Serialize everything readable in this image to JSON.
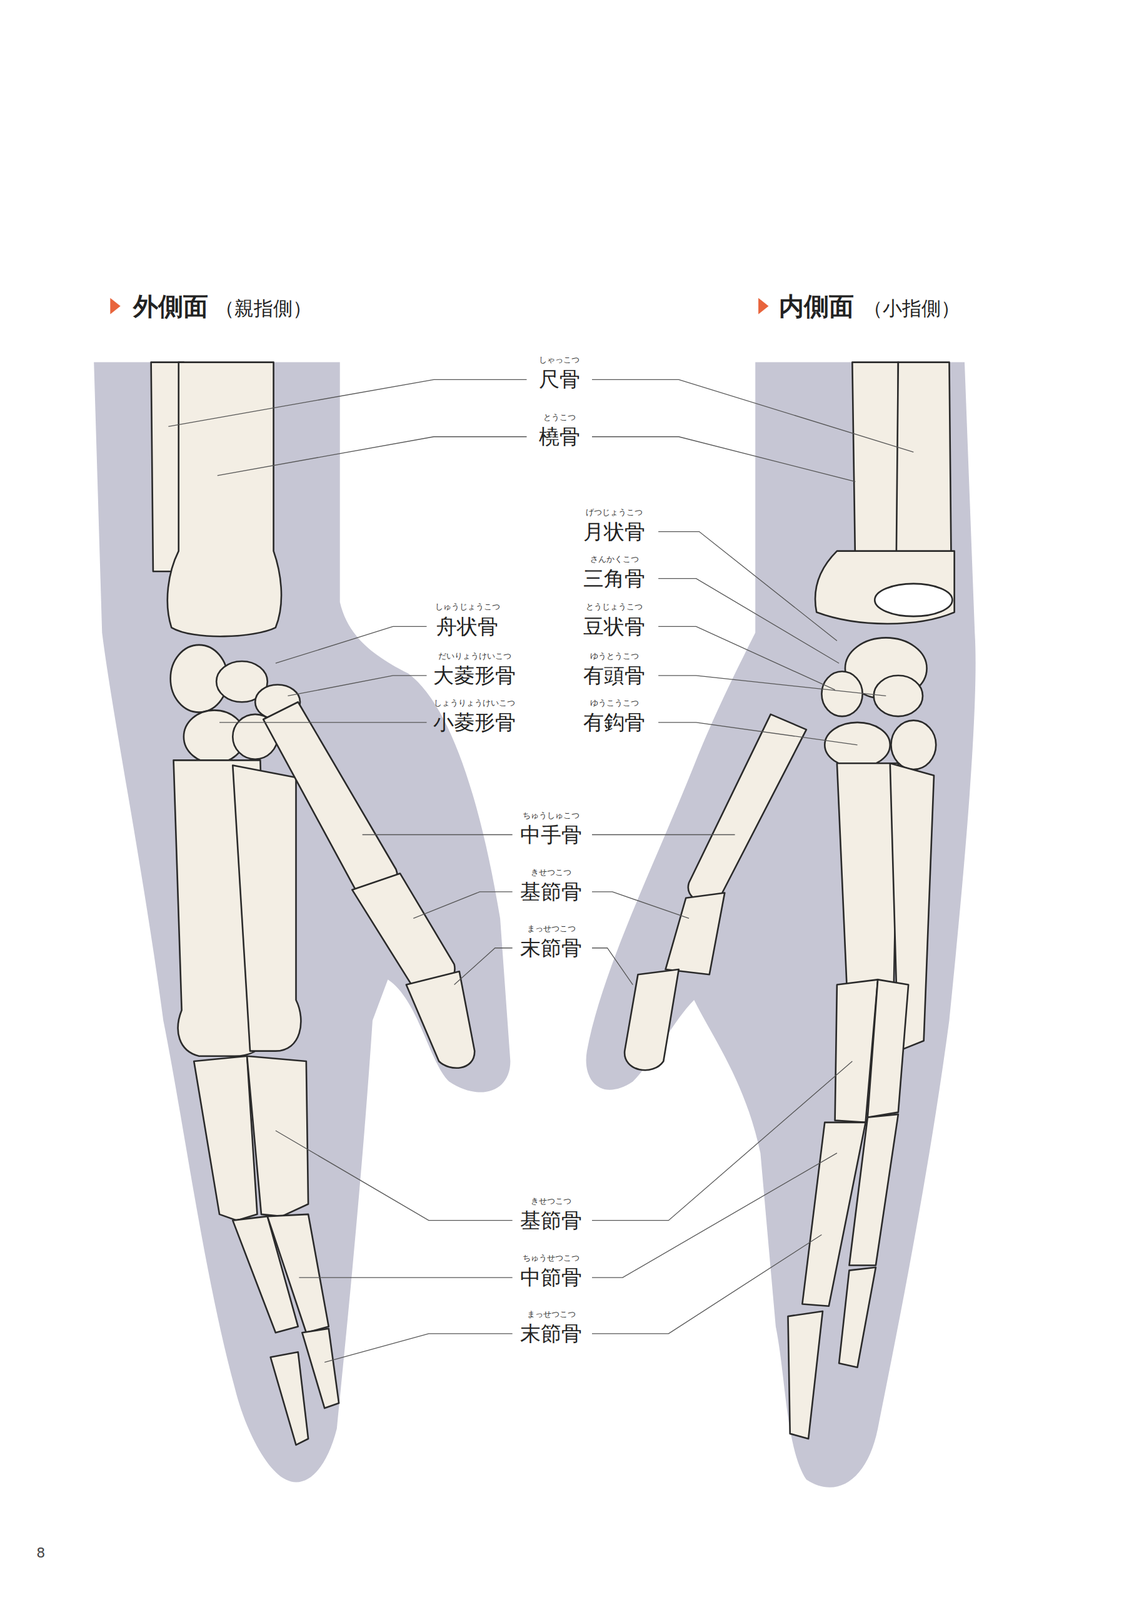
{
  "diagram": {
    "labels": [
      "外側面",
      "（親指側）",
      "内側面",
      "（小指側）",
      "しゃっこつ",
      "尺骨",
      "とうこつ",
      "橈骨",
      "げつじょうこつ",
      "月状骨",
      "さんかくこつ",
      "三角骨",
      "とうじょうこつ",
      "豆状骨",
      "ゆうとうこつ",
      "有頭骨",
      "ゆうこうこつ",
      "有鈎骨",
      "しゅうじょうこつ",
      "舟状骨",
      "だいりょうけいこつ",
      "大菱形骨",
      "しょうりょうけいこつ",
      "小菱形骨",
      "ちゅうしゅこつ",
      "中手骨",
      "きせつこつ",
      "基節骨",
      "まっせつこつ",
      "末節骨",
      "きせつこつ",
      "基節骨",
      "ちゅうせつこつ",
      "中節骨",
      "まっせつこつ",
      "末節骨",
      "8"
    ]
  }
}
